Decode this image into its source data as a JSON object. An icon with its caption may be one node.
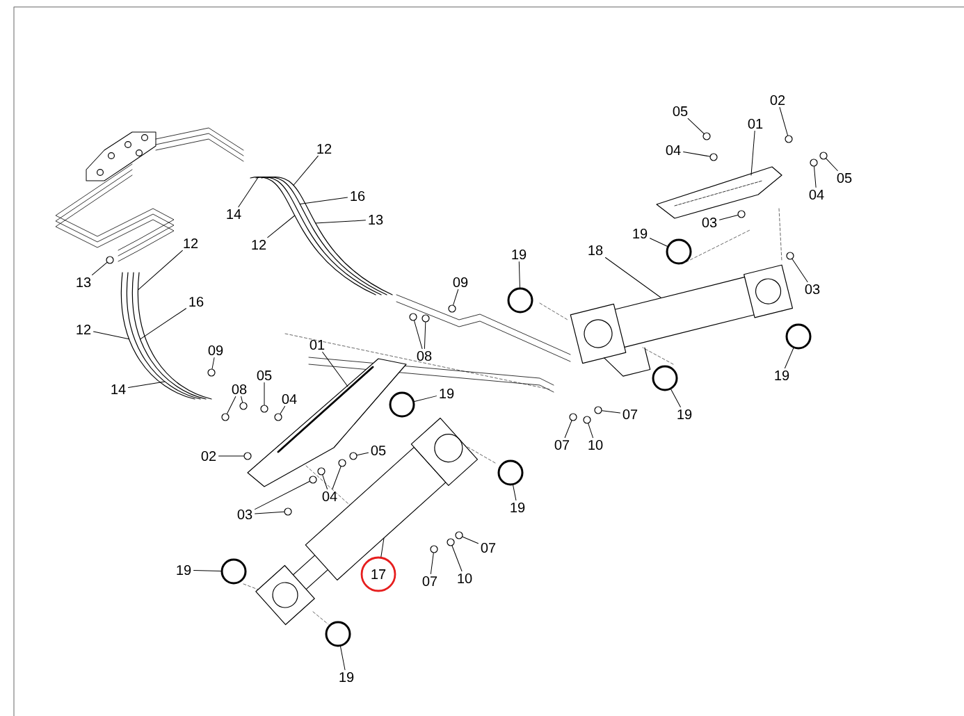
{
  "diagram": {
    "nodes": [
      {
        "text": [
          "05"
        ]
      },
      {
        "text": [
          "02"
        ]
      },
      {
        "text": [
          "01"
        ]
      },
      {
        "text": [
          "04"
        ]
      },
      {
        "text": [
          "05"
        ]
      },
      {
        "text": [
          "04"
        ]
      },
      {
        "text": [
          "03"
        ]
      },
      {
        "text": [
          "03"
        ]
      },
      {
        "text": [
          "19"
        ]
      },
      {
        "text": [
          "18"
        ]
      },
      {
        "text": [
          "19"
        ]
      },
      {
        "text": [
          "19"
        ]
      },
      {
        "text": [
          "19"
        ]
      },
      {
        "text": [
          "07"
        ]
      },
      {
        "text": [
          "07"
        ]
      },
      {
        "text": [
          "10"
        ]
      },
      {
        "text": [
          "12"
        ]
      },
      {
        "text": [
          "16"
        ]
      },
      {
        "text": [
          "13"
        ]
      },
      {
        "text": [
          "14"
        ]
      },
      {
        "text": [
          "12"
        ]
      },
      {
        "text": [
          "12"
        ]
      },
      {
        "text": [
          "13"
        ]
      },
      {
        "text": [
          "16"
        ]
      },
      {
        "text": [
          "12"
        ]
      },
      {
        "text": [
          "09"
        ]
      },
      {
        "text": [
          "08"
        ]
      },
      {
        "text": [
          "14"
        ]
      },
      {
        "text": [
          "09"
        ]
      },
      {
        "text": [
          "08"
        ]
      },
      {
        "text": [
          "05"
        ]
      },
      {
        "text": [
          "04"
        ]
      },
      {
        "text": [
          "01"
        ]
      },
      {
        "text": [
          "19"
        ]
      },
      {
        "text": [
          "02"
        ]
      },
      {
        "text": [
          "05"
        ]
      },
      {
        "text": [
          "04"
        ]
      },
      {
        "text": [
          "03"
        ]
      },
      {
        "text": [
          "19"
        ]
      },
      {
        "text": [
          "07"
        ]
      },
      {
        "text": [
          "07"
        ]
      },
      {
        "text": [
          "10"
        ]
      },
      {
        "text": [
          "17"
        ]
      },
      {
        "text": [
          "19"
        ]
      },
      {
        "text": [
          "19"
        ]
      },
      {
        "text": [],
        "shape": "circle"
      },
      {
        "text": [],
        "shape": "circle"
      },
      {
        "text": [],
        "shape": "circle"
      },
      {
        "text": [],
        "shape": "circle"
      },
      {
        "text": [],
        "shape": "circle"
      },
      {
        "text": [],
        "shape": "circle"
      },
      {
        "text": [],
        "shape": "circle"
      },
      {
        "text": [],
        "shape": "circle"
      },
      {
        "text": [],
        "shape": "circle"
      },
      {
        "text": [],
        "shape": "circle"
      },
      {
        "text": [],
        "shape": "circle"
      },
      {
        "text": [],
        "shape": "circle"
      },
      {
        "text": [],
        "shape": "circle"
      },
      {
        "text": [],
        "shape": "circle"
      },
      {
        "text": [],
        "shape": "circle"
      },
      {
        "text": [],
        "shape": "circle"
      },
      {
        "text": [],
        "shape": "circle"
      },
      {
        "text": [],
        "shape": "circle"
      },
      {
        "text": [],
        "shape": "circle"
      },
      {
        "text": [],
        "shape": "circle"
      },
      {
        "text": [],
        "shape": "circle"
      },
      {
        "text": [],
        "shape": "circle"
      },
      {
        "text": [],
        "shape": "circle"
      },
      {
        "text": [],
        "shape": "circle"
      },
      {
        "text": [],
        "shape": "circle"
      },
      {
        "text": [],
        "shape": "circle"
      },
      {
        "text": [],
        "shape": "circle"
      },
      {
        "text": [],
        "shape": "circle"
      },
      {
        "text": [],
        "shape": "circle"
      },
      {
        "text": [],
        "shape": "circle"
      },
      {
        "text": [],
        "shape": "circle"
      },
      {
        "text": [],
        "shape": "circle"
      },
      {
        "text": [],
        "shape": "circle"
      },
      {
        "text": [],
        "shape": "circle"
      },
      {
        "text": [],
        "shape": "circle"
      },
      {
        "text": [],
        "shape": "circle"
      }
    ],
    "edges": [
      {
        "from": 0,
        "to": 53,
        "arrow": "none"
      },
      {
        "from": 1,
        "to": 54,
        "arrow": "none"
      },
      {
        "from": 2,
        "to": null,
        "arrow": "none"
      },
      {
        "from": 3,
        "to": 55,
        "arrow": "none"
      },
      {
        "from": 4,
        "to": 56,
        "arrow": "none"
      },
      {
        "from": 5,
        "to": 57,
        "arrow": "none"
      },
      {
        "from": 6,
        "to": 58,
        "arrow": "none"
      },
      {
        "from": 7,
        "to": 59,
        "arrow": "none"
      },
      {
        "from": 8,
        "to": 46,
        "arrow": "none"
      },
      {
        "from": 9,
        "to": null,
        "arrow": "none"
      },
      {
        "from": 10,
        "to": 45,
        "arrow": "none"
      },
      {
        "from": 11,
        "to": 47,
        "arrow": "none"
      },
      {
        "from": 12,
        "to": 48,
        "arrow": "none"
      },
      {
        "from": 13,
        "to": 60,
        "arrow": "none"
      },
      {
        "from": 14,
        "to": 61,
        "arrow": "none"
      },
      {
        "from": 15,
        "to": 62,
        "arrow": "none"
      },
      {
        "from": 16,
        "to": null,
        "arrow": "none"
      },
      {
        "from": 17,
        "to": null,
        "arrow": "none"
      },
      {
        "from": 18,
        "to": null,
        "arrow": "none"
      },
      {
        "from": 19,
        "to": null,
        "arrow": "none"
      },
      {
        "from": 20,
        "to": null,
        "arrow": "none"
      },
      {
        "from": 21,
        "to": null,
        "arrow": "none"
      },
      {
        "from": 22,
        "to": 63,
        "arrow": "none"
      },
      {
        "from": 23,
        "to": null,
        "arrow": "none"
      },
      {
        "from": 24,
        "to": null,
        "arrow": "none"
      },
      {
        "from": 25,
        "to": 64,
        "arrow": "none"
      },
      {
        "from": 26,
        "to": 65,
        "arrow": "none"
      },
      {
        "from": 26,
        "to": 66,
        "arrow": "none"
      },
      {
        "from": 27,
        "to": null,
        "arrow": "none"
      },
      {
        "from": 28,
        "to": 67,
        "arrow": "none"
      },
      {
        "from": 29,
        "to": 68,
        "arrow": "none"
      },
      {
        "from": 29,
        "to": 69,
        "arrow": "none"
      },
      {
        "from": 30,
        "to": 70,
        "arrow": "none"
      },
      {
        "from": 31,
        "to": 71,
        "arrow": "none"
      },
      {
        "from": 32,
        "to": null,
        "arrow": "none"
      },
      {
        "from": 33,
        "to": 49,
        "arrow": "none"
      },
      {
        "from": 34,
        "to": 72,
        "arrow": "none"
      },
      {
        "from": 35,
        "to": 73,
        "arrow": "none"
      },
      {
        "from": 36,
        "to": 74,
        "arrow": "none"
      },
      {
        "from": 36,
        "to": 75,
        "arrow": "none"
      },
      {
        "from": 37,
        "to": 76,
        "arrow": "none"
      },
      {
        "from": 37,
        "to": 77,
        "arrow": "none"
      },
      {
        "from": 38,
        "to": 50,
        "arrow": "none"
      },
      {
        "from": 39,
        "to": 78,
        "arrow": "none"
      },
      {
        "from": 40,
        "to": 79,
        "arrow": "none"
      },
      {
        "from": 41,
        "to": 80,
        "arrow": "none"
      },
      {
        "from": 42,
        "to": null,
        "arrow": "none"
      },
      {
        "from": 43,
        "to": 51,
        "arrow": "none"
      },
      {
        "from": 44,
        "to": 52,
        "arrow": "none"
      }
    ]
  }
}
